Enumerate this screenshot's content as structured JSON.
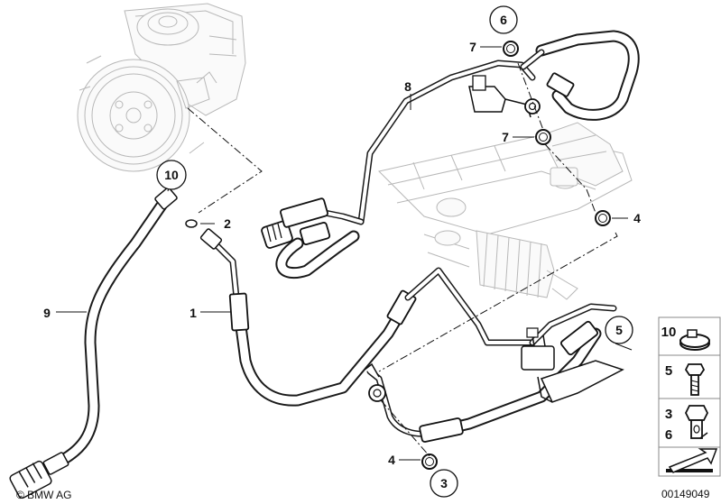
{
  "diagram": {
    "part_labels": {
      "p1": "1",
      "p2": "2",
      "p3": "3",
      "p4a": "4",
      "p4b": "4",
      "p5": "5",
      "p6": "6",
      "p7a": "7",
      "p7b": "7",
      "p8": "8",
      "p9": "9",
      "p10": "10"
    },
    "side_panel": {
      "row1": "10",
      "row2": "5",
      "row3a": "3",
      "row3b": "6"
    },
    "brand": "© BMW AG",
    "drawing_number": "00149049"
  }
}
